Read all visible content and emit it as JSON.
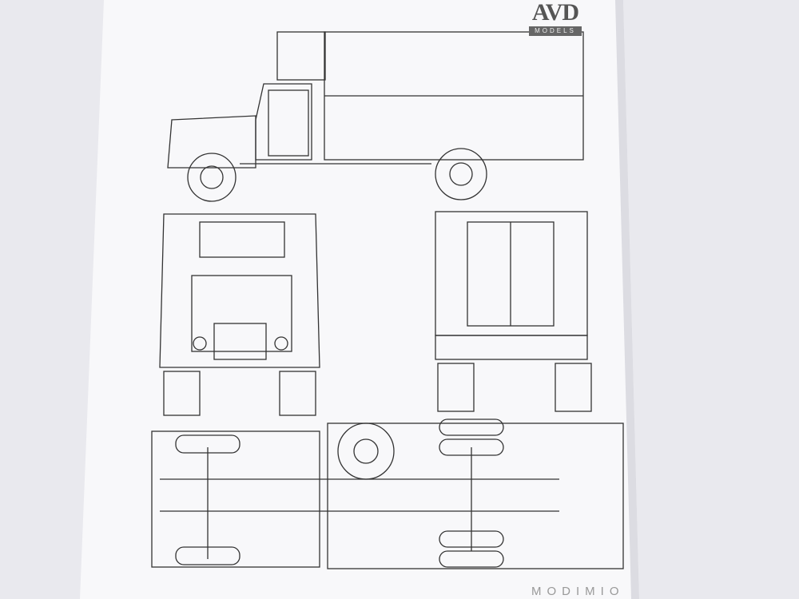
{
  "logo": {
    "main": "AVD",
    "sub": "MODELS"
  },
  "watermark": "MODIMIO",
  "drawing": {
    "subject": "truck",
    "views": [
      "side",
      "front",
      "rear",
      "underside"
    ]
  },
  "colors": {
    "paper": "#f8f8fa",
    "background": "#e9e9ee",
    "line": "#333333"
  }
}
